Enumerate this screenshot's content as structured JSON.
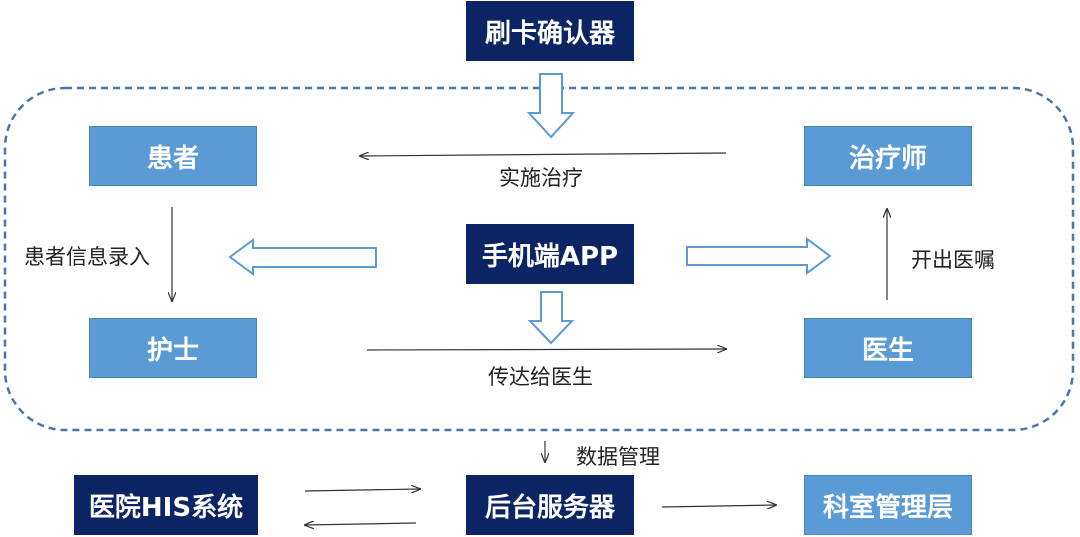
{
  "nodes": {
    "card_confirmer": "刷卡确认器",
    "patient": "患者",
    "therapist": "治疗师",
    "mobile_app": "手机端APP",
    "nurse": "护士",
    "doctor": "医生",
    "his_system": "医院HIS系统",
    "backend_server": "后台服务器",
    "dept_management": "科室管理层"
  },
  "edges": {
    "provide_treatment": "实施治疗",
    "patient_info_entry": "患者信息录入",
    "issue_orders": "开出医嘱",
    "forward_to_doctor": "传达给医生",
    "data_management": "数据管理"
  },
  "colors": {
    "dark_box": "#0b2463",
    "light_box": "#5b9bd5",
    "dashed_border": "#4a76a8"
  }
}
